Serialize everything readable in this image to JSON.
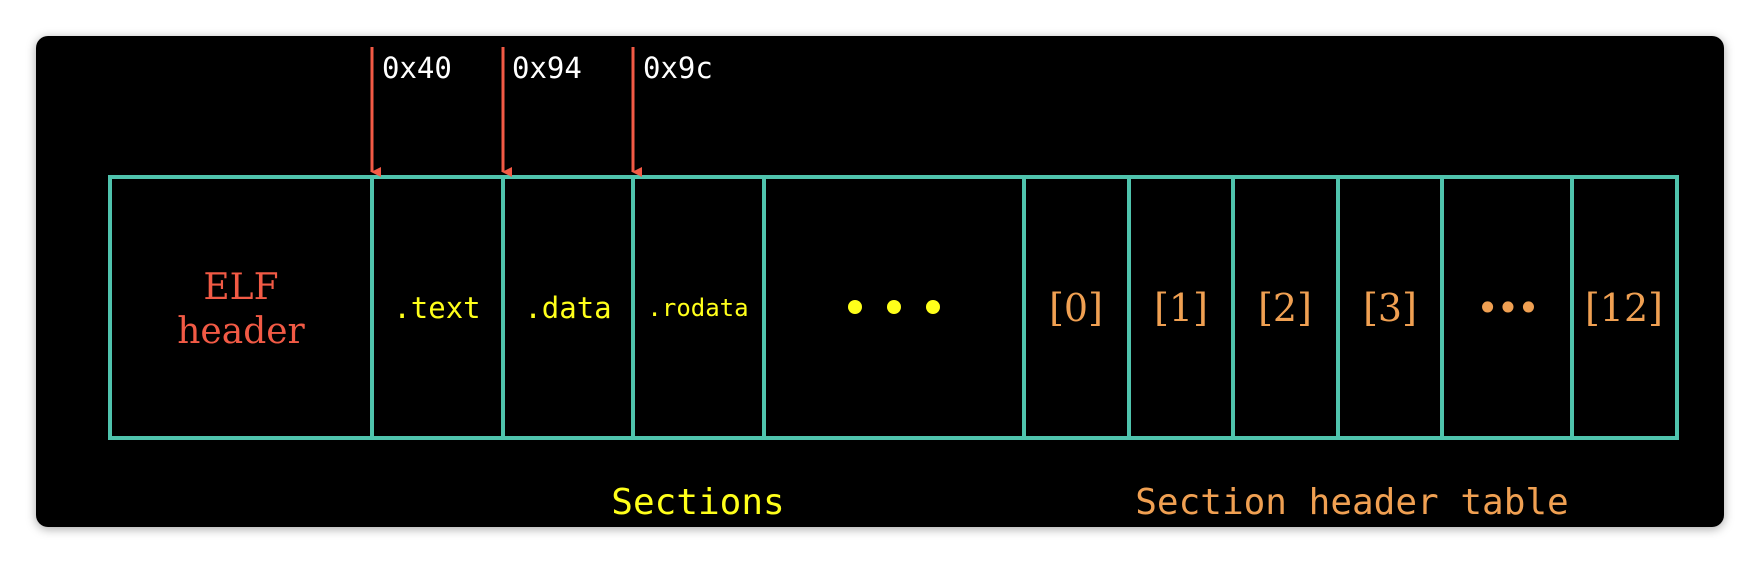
{
  "elf_header": {
    "line1": "ELF",
    "line2": "header"
  },
  "sections": [
    {
      "label": ".text"
    },
    {
      "label": ".data"
    },
    {
      "label": ".rodata"
    }
  ],
  "section_ellipsis_glyph": "• • •",
  "section_headers": [
    {
      "label": "[0]"
    },
    {
      "label": "[1]"
    },
    {
      "label": "[2]"
    },
    {
      "label": "[3]"
    },
    {
      "label": "•••"
    },
    {
      "label": "[12]"
    }
  ],
  "offsets": [
    {
      "label": "0x40"
    },
    {
      "label": "0x94"
    },
    {
      "label": "0x9c"
    }
  ],
  "captions": {
    "sections": "Sections",
    "section_header_table": "Section header table"
  },
  "colors": {
    "background": "#000000",
    "border": "#4fc3ad",
    "elf_header": "#f25a45",
    "sections": "#ffff1a",
    "section_headers": "#f0a052",
    "arrows": "#f25a45",
    "offset_text": "#ffffff"
  }
}
